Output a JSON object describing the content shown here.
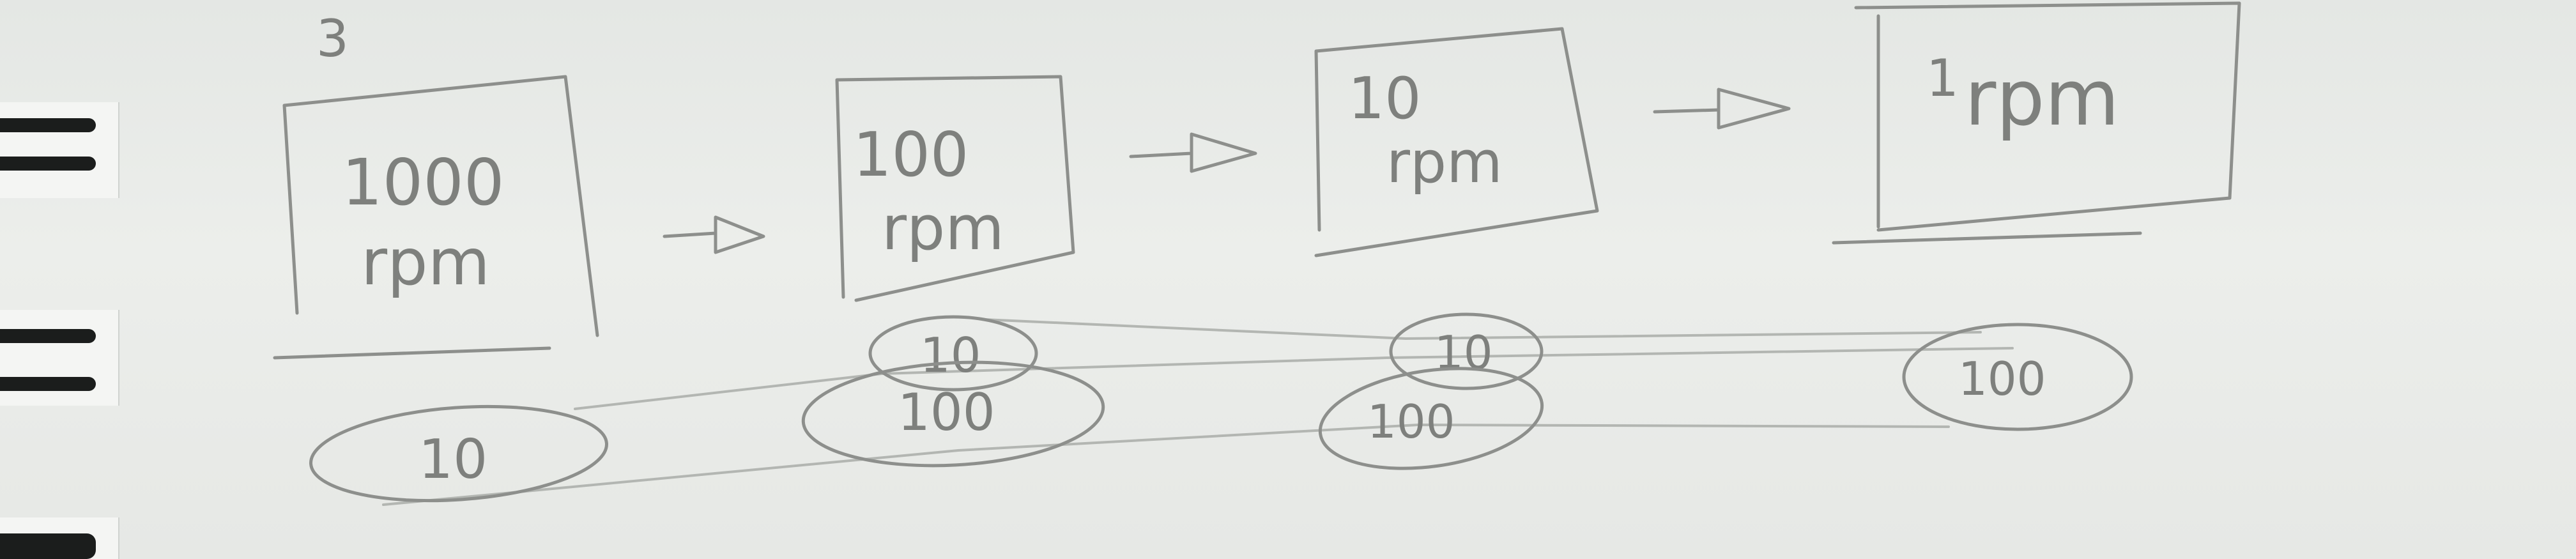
{
  "page_number": "3",
  "stages": [
    {
      "line1": "1000",
      "line2": "rpm"
    },
    {
      "line1": "100",
      "line2": "rpm"
    },
    {
      "line1": "10",
      "line2": "rpm"
    },
    {
      "line1": "1",
      "line2": "rpm"
    }
  ],
  "arrows": [
    "->",
    "->",
    "->"
  ],
  "ovals": [
    "10",
    "10",
    "100",
    "10",
    "100",
    "100"
  ],
  "colors": {
    "pencil": "#8d8f8c",
    "paper": "#eceeeb",
    "spiral": "#1b1d1c"
  }
}
